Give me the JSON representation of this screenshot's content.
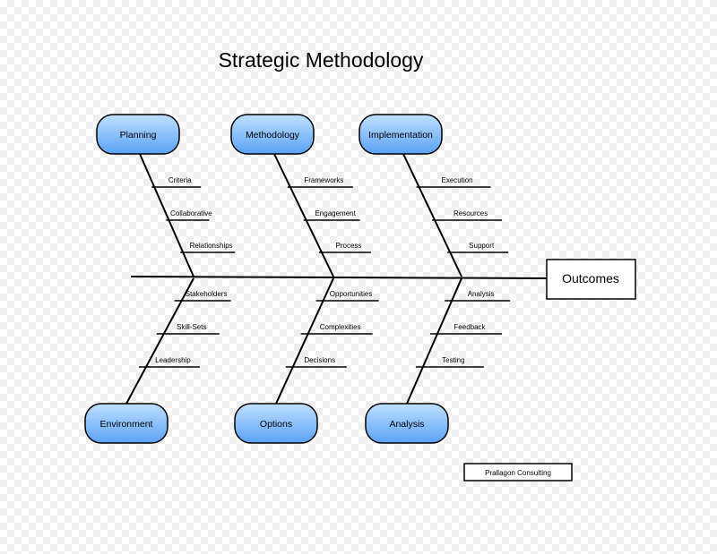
{
  "title": "Strategic Methodology",
  "outcome": "Outcomes",
  "credit": "Prallagon Consulting",
  "colors": {
    "box_fill_top": "#bfe0ff",
    "box_fill_bottom": "#5aa2f5",
    "box_stroke": "#000000",
    "line": "#000000"
  },
  "top_categories": [
    {
      "label": "Planning",
      "causes": [
        "Criteria",
        "Collaborative",
        "Relationships"
      ]
    },
    {
      "label": "Methodology",
      "causes": [
        "Frameworks",
        "Engagement",
        "Process"
      ]
    },
    {
      "label": "Implementation",
      "causes": [
        "Execution",
        "Resources",
        "Support"
      ]
    }
  ],
  "bottom_categories": [
    {
      "label": "Environment",
      "causes": [
        "Stakeholders",
        "Skill-Sets",
        "Leadership"
      ]
    },
    {
      "label": "Options",
      "causes": [
        "Opportunities",
        "Complexities",
        "Decisions"
      ]
    },
    {
      "label": "Analysis",
      "causes": [
        "Analysis",
        "Feedback",
        "Testing"
      ]
    }
  ]
}
